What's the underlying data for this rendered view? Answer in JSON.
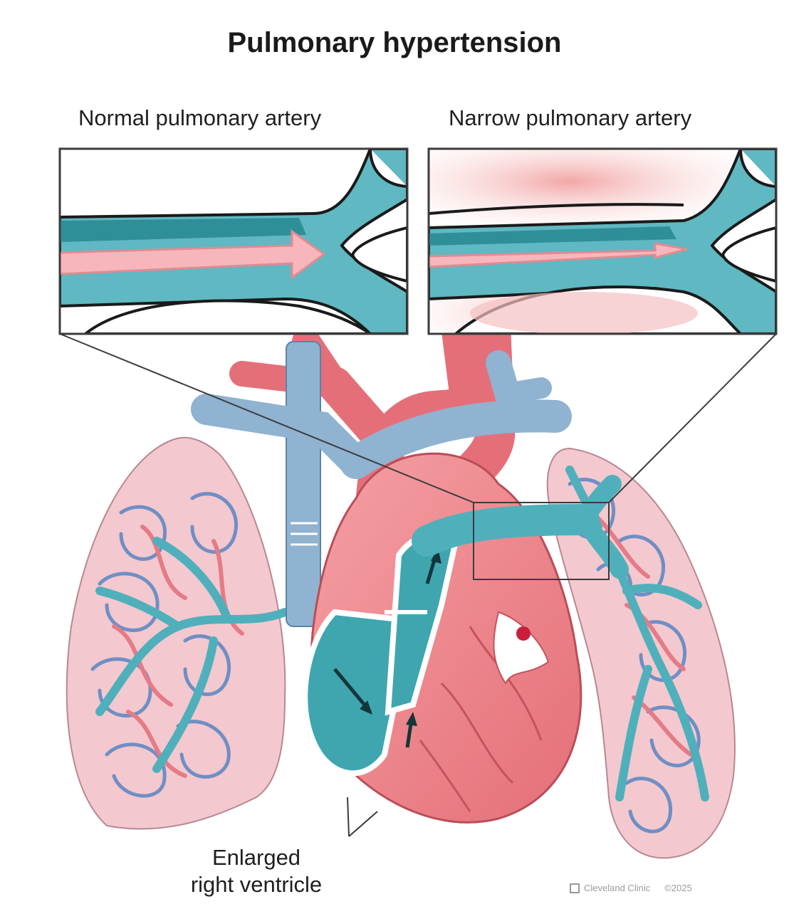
{
  "title": "Pulmonary hypertension",
  "insets": {
    "left_label": "Normal pulmonary artery",
    "right_label": "Narrow pulmonary artery"
  },
  "callout": {
    "line1": "Enlarged",
    "line2": "right ventricle"
  },
  "credit": {
    "text": "Cleveland Clinic",
    "year": "©2025"
  },
  "colors": {
    "vessel_teal": "#5fb8c2",
    "vessel_dark_teal": "#2f8f98",
    "vein_blue": "#8fb3d0",
    "lung_pink": "#f4c8cf",
    "heart_red": "#ec7f86",
    "blood_pink": "#f7b6bb",
    "outline": "#1a1a1a"
  },
  "icons": [
    "cleveland-clinic-logo-icon"
  ]
}
